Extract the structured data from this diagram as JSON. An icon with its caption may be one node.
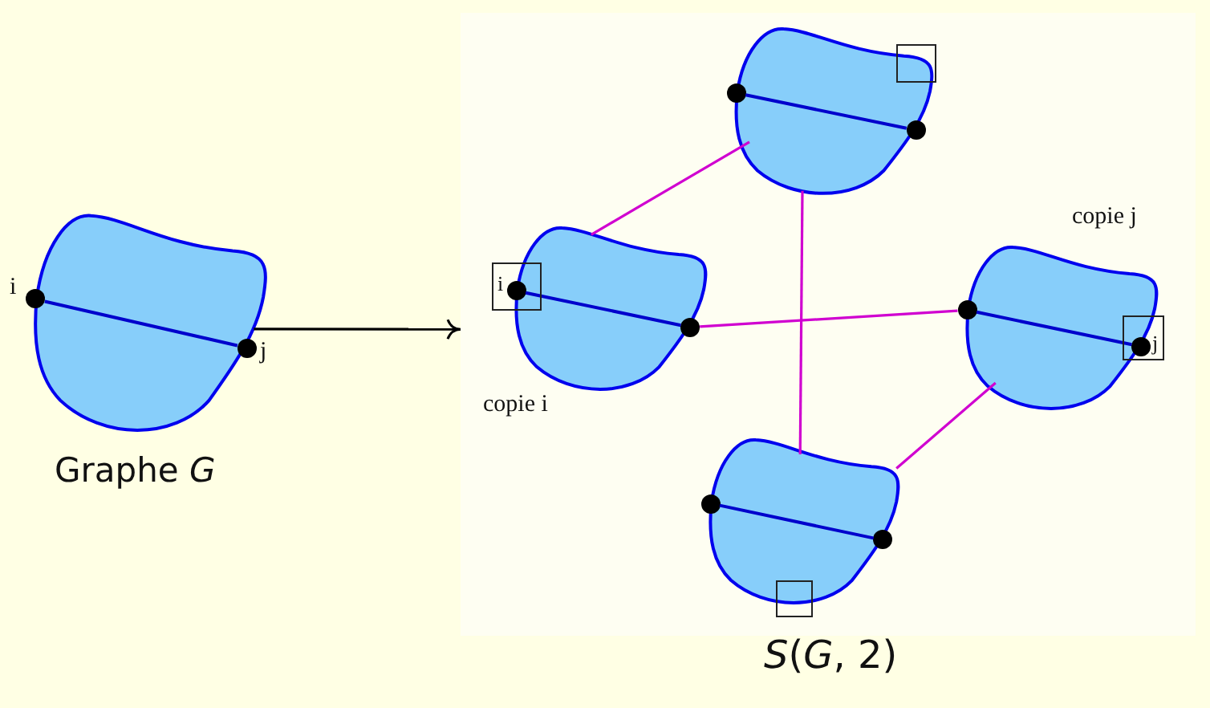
{
  "diagram": {
    "nodes": [
      {
        "text": [],
        "shape": "blob",
        "beside": [
          "Graphe *G*"
        ]
      },
      {
        "text": [],
        "shape": "circle",
        "in": 0,
        "beside": [
          "i"
        ]
      },
      {
        "text": [],
        "shape": "circle",
        "in": 0,
        "beside": [
          "j"
        ]
      },
      {
        "text": [],
        "shape": "box",
        "beside": [
          "*S*(*G*, 2)"
        ]
      },
      {
        "text": [],
        "shape": "blob",
        "in": 3
      },
      {
        "text": [],
        "shape": "circle",
        "in": 4
      },
      {
        "text": [],
        "shape": "circle",
        "in": 4
      },
      {
        "text": [],
        "shape": "blob",
        "in": 3,
        "beside": [
          "copie i"
        ]
      },
      {
        "text": [],
        "shape": "circle",
        "in": 7,
        "beside": [
          "i"
        ]
      },
      {
        "text": [],
        "shape": "circle",
        "in": 7
      },
      {
        "text": [],
        "shape": "blob",
        "in": 3,
        "beside": [
          "copie j"
        ]
      },
      {
        "text": [],
        "shape": "circle",
        "in": 10
      },
      {
        "text": [],
        "shape": "circle",
        "in": 10,
        "beside": [
          "j"
        ]
      },
      {
        "text": [],
        "shape": "blob",
        "in": 3
      },
      {
        "text": [],
        "shape": "circle",
        "in": 13
      },
      {
        "text": [],
        "shape": "circle",
        "in": 13
      }
    ],
    "edges": [
      {
        "from": 1,
        "to": 2,
        "arrow": "none"
      },
      {
        "from": 5,
        "to": 6,
        "arrow": "none"
      },
      {
        "from": 8,
        "to": 9,
        "arrow": "none"
      },
      {
        "from": 11,
        "to": 12,
        "arrow": "none"
      },
      {
        "from": 14,
        "to": 15,
        "arrow": "none"
      },
      {
        "from": 0,
        "to": 3,
        "arrow": "to",
        "color": "#000000"
      },
      {
        "from": 4,
        "to": 7,
        "arrow": "none",
        "color": "#d000d0"
      },
      {
        "from": 4,
        "to": 13,
        "arrow": "none",
        "color": "#d000d0"
      },
      {
        "from": 9,
        "to": 11,
        "arrow": "none",
        "color": "#d000d0"
      },
      {
        "from": 10,
        "to": 13,
        "arrow": "none",
        "color": "#d000d0"
      }
    ]
  }
}
